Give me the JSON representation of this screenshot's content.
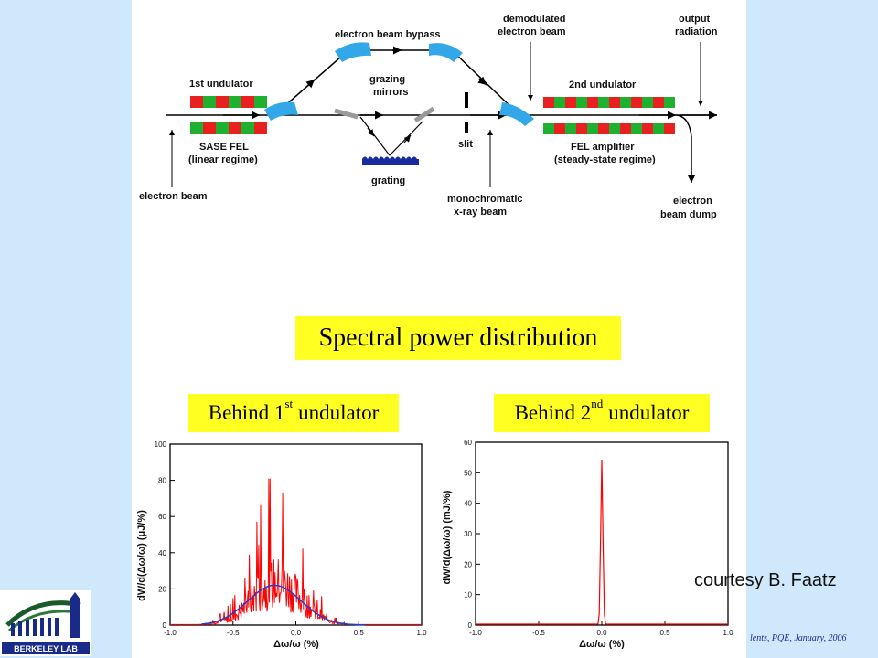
{
  "diagram": {
    "labels": {
      "bypass": "electron beam bypass",
      "demod1": "demodulated",
      "demod2": "electron beam",
      "output1": "output",
      "output2": "radiation",
      "und1": "1st undulator",
      "mirrors1": "grazing",
      "mirrors2": "mirrors",
      "und2": "2nd undulator",
      "sase": "SASE FEL",
      "linear": "(linear regime)",
      "slit": "slit",
      "amp": "FEL amplifier",
      "steady": "(steady-state regime)",
      "grating": "grating",
      "ebeam": "electron beam",
      "mono1": "monochromatic",
      "mono2": "x-ray beam",
      "dump1": "electron",
      "dump2": "beam dump"
    }
  },
  "spectral_title": "Spectral power distribution",
  "left_title": {
    "pre": "Behind 1",
    "sup": "st",
    "post": "undulator"
  },
  "right_title": {
    "pre": "Behind 2",
    "sup": "nd",
    "post": "undulator"
  },
  "left_plot": {
    "ylabel": "dW/d(Δω/ω) (μJ/%)",
    "xlabel": "Δω/ω (%)",
    "yticks": [
      "0",
      "20",
      "40",
      "60",
      "80",
      "100"
    ],
    "xticks": [
      "-1.0",
      "-0.5",
      "0.0",
      "0.5",
      "1.0"
    ],
    "ymax": 100
  },
  "right_plot": {
    "ylabel": "dW/d(Δω/ω) (mJ/%)",
    "xlabel": "Δω/ω (%)",
    "yticks": [
      "0",
      "10",
      "20",
      "30",
      "40",
      "50",
      "60"
    ],
    "xticks": [
      "-1.0",
      "-0.5",
      "0.0",
      "0.5",
      "1.0"
    ],
    "ymax": 60
  },
  "courtesy": "courtesy B. Faatz",
  "footer": "lents, PQE, January, 2006",
  "logo_text": "BERKELEY LAB",
  "colors": {
    "background": "#cfe8fb",
    "banner": "#ffff22",
    "spectrum": "#ff0000",
    "envelope": "#1f3fd0"
  }
}
